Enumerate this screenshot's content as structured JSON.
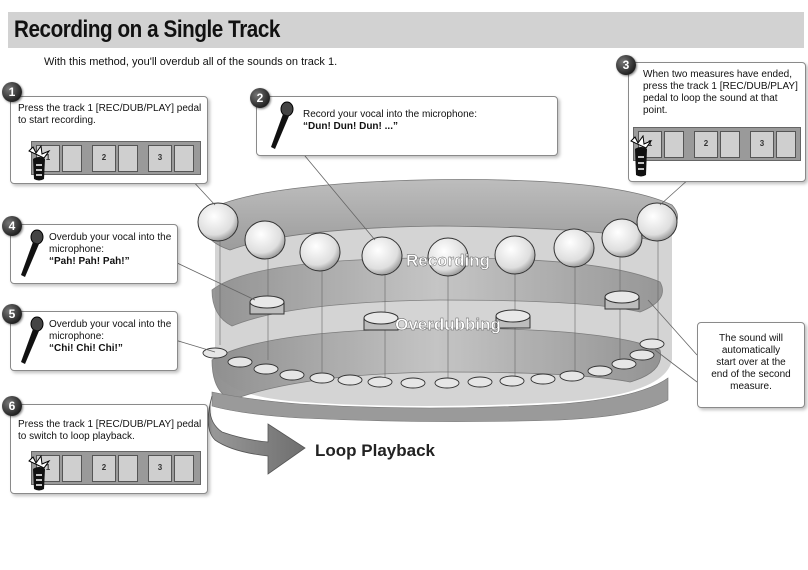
{
  "title": "Recording on a Single Track",
  "subtitle": "With this method, you'll overdub all of the sounds on track 1.",
  "steps": [
    {
      "num": "1",
      "lines": [
        "Press the track 1 [REC/DUB/PLAY] pedal",
        "to start recording."
      ]
    },
    {
      "num": "2",
      "lines": [
        "Record your vocal into the microphone:"
      ],
      "quote": "“Dun! Dun! Dun! ...”"
    },
    {
      "num": "3",
      "lines": [
        "When two measures have ended,",
        "press the track 1 [REC/DUB/PLAY]",
        "pedal to loop the sound at that",
        "point."
      ]
    },
    {
      "num": "4",
      "lines": [
        "Overdub your vocal into the",
        "microphone:"
      ],
      "quote": "“Pah! Pah! Pah!”"
    },
    {
      "num": "5",
      "lines": [
        "Overdub your vocal into the",
        "microphone:"
      ],
      "quote": "“Chi! Chi! Chi!”"
    },
    {
      "num": "6",
      "lines": [
        "Press the track 1 [REC/DUB/PLAY] pedal",
        "to switch to loop playback."
      ]
    }
  ],
  "note": {
    "lines": [
      "The sound will",
      "automatically",
      "start over at the",
      "end of the second",
      "measure."
    ]
  },
  "labels": {
    "recording": "Recording",
    "overdubbing": "Overdubbing",
    "loop_playback": "Loop Playback"
  },
  "pedal_labels": [
    "1",
    "2",
    "3"
  ],
  "colors": {
    "title_bar": "#d2d2d2",
    "badge": "#333333",
    "ribbon": "#a8a8a8"
  }
}
